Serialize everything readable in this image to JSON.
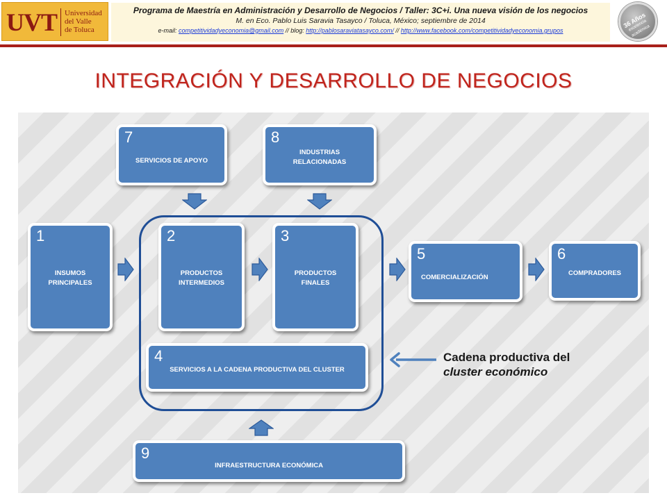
{
  "header": {
    "logo_mark": "UVT",
    "logo_lines": [
      "Universidad",
      "del Valle",
      "de Toluca"
    ],
    "line1": "Programa de Maestría en Administración y Desarrollo de Negocios / Taller: 3C+i. Una nueva visión de los negocios",
    "line2": "M. en Eco. Pablo Luis Saravia Tasayco / Toluca, México; septiembre de 2014",
    "email_label": "e-mail: ",
    "email": "competitividadyeconomia@gmail.com",
    "blog_label": " // blog: ",
    "blog": "http://pablosaraviatasayco.com/",
    "sep": " // ",
    "facebook": "http://www.facebook.com/competitividadyeconomia.grupos",
    "badge_main": "36 Años",
    "badge_sub": "excelencia académica"
  },
  "title": "INTEGRACIÓN Y DESARROLLO DE NEGOCIOS",
  "diagram": {
    "boxes": [
      {
        "num": "1",
        "label": "INSUMOS PRINCIPALES"
      },
      {
        "num": "2",
        "label": "PRODUCTOS INTERMEDIOS"
      },
      {
        "num": "3",
        "label": "PRODUCTOS FINALES"
      },
      {
        "num": "4",
        "label": "SERVICIOS  A LA CADENA PRODUCTIVA DEL CLUSTER"
      },
      {
        "num": "5",
        "label": "COMERCIALIZACIÓN"
      },
      {
        "num": "6",
        "label": "COMPRADORES"
      },
      {
        "num": "7",
        "label": "SERVICIOS DE APOYO"
      },
      {
        "num": "8",
        "label": "INDUSTRIAS RELACIONADAS"
      },
      {
        "num": "9",
        "label": "INFRAESTRUCTURA ECONÓMICA"
      }
    ],
    "caption_line1": "Cadena productiva del",
    "caption_line2": "cluster económico",
    "colors": {
      "box": "#4f81bd",
      "frame": "#1f4e96",
      "title": "#c0241c"
    }
  }
}
